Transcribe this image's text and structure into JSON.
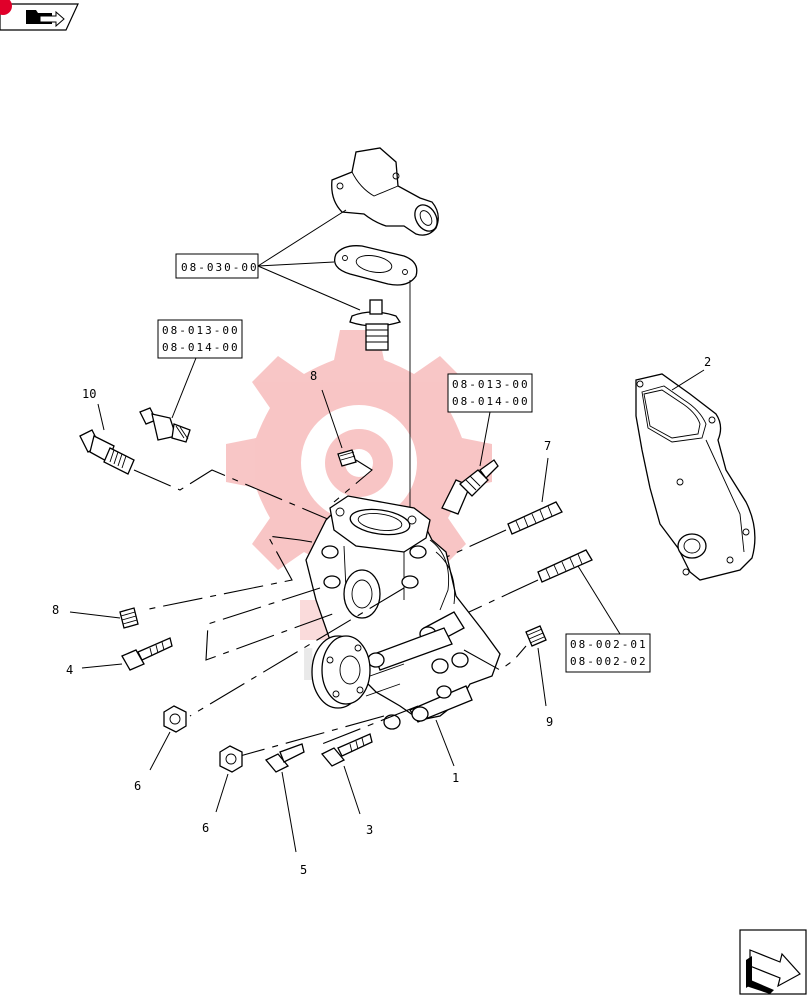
{
  "references": {
    "thermostat_group": "08-030-00",
    "sensor_a": [
      "08-013-00",
      "08-014-00"
    ],
    "sensor_b": [
      "08-013-00",
      "08-014-00"
    ],
    "stud_group": [
      "08-002-01",
      "08-002-02"
    ]
  },
  "callouts": {
    "c1": "1",
    "c2": "2",
    "c3": "3",
    "c4": "4",
    "c5": "5",
    "c6a": "6",
    "c6b": "6",
    "c7": "7",
    "c8a": "8",
    "c8b": "8",
    "c9": "9",
    "c10": "10"
  },
  "colors": {
    "watermark": "#f08080",
    "corner_mark": "#e0002a",
    "line": "#000000"
  },
  "icons": {
    "top_nav": "folder-arrow-icon",
    "bottom_nav": "next-page-arrow-icon"
  }
}
